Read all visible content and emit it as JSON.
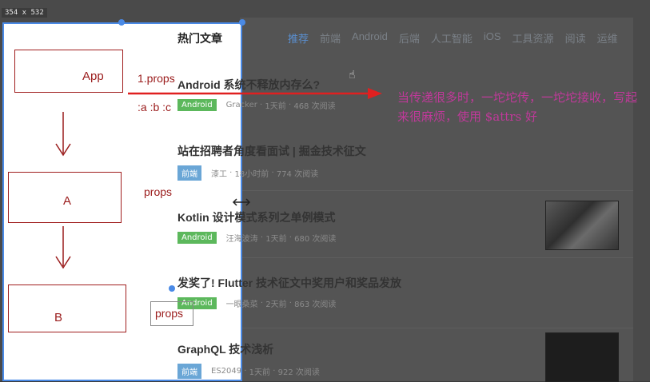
{
  "dev_overlay": {
    "size_label": "354 x 532"
  },
  "nav": {
    "items": [
      "推荐",
      "前端",
      "Android",
      "后端",
      "人工智能",
      "iOS",
      "工具资源",
      "阅读",
      "运维"
    ],
    "active_index": 0
  },
  "sidebar": {
    "title": "热门文章",
    "articles": [
      {
        "title": "Android 系统不释放内存么?",
        "tag": "Android",
        "tag_color": "#5cb85c",
        "author": "Gracker",
        "time": "1天前",
        "reads": "468 次阅读"
      },
      {
        "title": "站在招聘者角度看面试 | 掘金技术征文",
        "tag": "前端",
        "tag_color": "#6aa6d6",
        "author": "漆工",
        "time": "18小时前",
        "reads": "774 次阅读"
      },
      {
        "title": "Kotlin 设计模式系列之单例模式",
        "tag": "Android",
        "tag_color": "#5cb85c",
        "author": "汪海波涛",
        "time": "1天前",
        "reads": "680 次阅读"
      },
      {
        "title": "发奖了! Flutter 技术征文中奖用户和奖品发放",
        "tag": "Android",
        "tag_color": "#5cb85c",
        "author": "一眼桑菜",
        "time": "2天前",
        "reads": "863 次阅读"
      },
      {
        "title": "GraphQL 技术浅析",
        "tag": "前端",
        "tag_color": "#6aa6d6",
        "author": "ES2049",
        "time": "1天前",
        "reads": "922 次阅读"
      }
    ]
  },
  "diagram": {
    "boxes": [
      "App",
      "A",
      "B"
    ],
    "labels": {
      "props1": "1.props",
      "attrs": ":a  :b  :c",
      "props2": "props",
      "props3": "props"
    }
  },
  "callout": {
    "text": "当传递很多时，一坨坨传，一坨坨接收，写起来很麻烦，使用 $attrs 好"
  },
  "colors": {
    "accent": "#4a8ae6",
    "annotation": "#9a1b1b",
    "callout": "#c0399a"
  }
}
